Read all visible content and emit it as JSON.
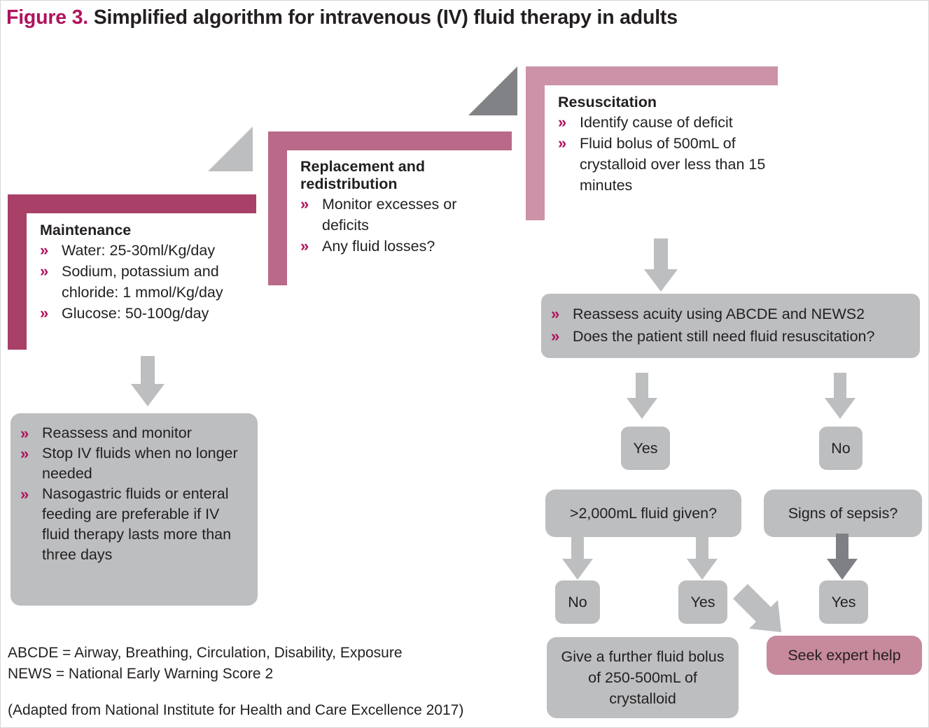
{
  "figure": {
    "label": "Figure 3.",
    "title": "Simplified algorithm for intravenous (IV) fluid therapy in adults"
  },
  "colors": {
    "accent_magenta": "#b0125c",
    "maintenance_bar": "#a84068",
    "replacement_bar": "#b96a88",
    "resuscitation_bar": "#cb92a8",
    "grey_box": "#bcbec0",
    "grey_arrow": "#bcbec0",
    "dark_grey_arrow": "#7e8085",
    "light_triangle": "#bcbec0",
    "dark_triangle": "#808285",
    "seek_help_pink": "#c68a9c",
    "text": "#231f20"
  },
  "panels": {
    "maintenance": {
      "title": "Maintenance",
      "items": [
        "Water: 25-30ml/Kg/day",
        "Sodium, potassium and chloride: 1 mmol/Kg/day",
        "Glucose: 50-100g/day"
      ]
    },
    "replacement": {
      "title": "Replacement and redistribution",
      "items": [
        "Monitor excesses or deficits",
        "Any fluid losses?"
      ]
    },
    "resuscitation": {
      "title": "Resuscitation",
      "items": [
        "Identify cause of deficit",
        "Fluid bolus of 500mL of crystalloid over less than 15 minutes"
      ]
    }
  },
  "boxes": {
    "maintenance_outcome": {
      "items": [
        "Reassess and monitor",
        "Stop IV fluids when no longer needed",
        "Nasogastric fluids or enteral feeding are preferable if IV fluid therapy lasts more than three days"
      ]
    },
    "reassess": {
      "items": [
        "Reassess acuity using ABCDE and NEWS2",
        "Does the patient still need fluid resuscitation?"
      ]
    },
    "decision_yes": "Yes",
    "decision_no": "No",
    "fluid_given_question": ">2,000mL fluid given?",
    "sepsis_question": "Signs of sepsis?",
    "fluid_given_no": "No",
    "fluid_given_yes": "Yes",
    "sepsis_yes": "Yes",
    "further_bolus": "Give a further fluid bolus of 250-500mL of crystalloid",
    "seek_expert_help": "Seek expert help"
  },
  "icons": {
    "chevron": "»"
  },
  "footnotes": {
    "abcde": "ABCDE = Airway, Breathing, Circulation, Disability, Exposure",
    "news": "NEWS = National Early Warning Score 2",
    "source": "(Adapted from National Institute for Health and Care Excellence 2017)"
  }
}
